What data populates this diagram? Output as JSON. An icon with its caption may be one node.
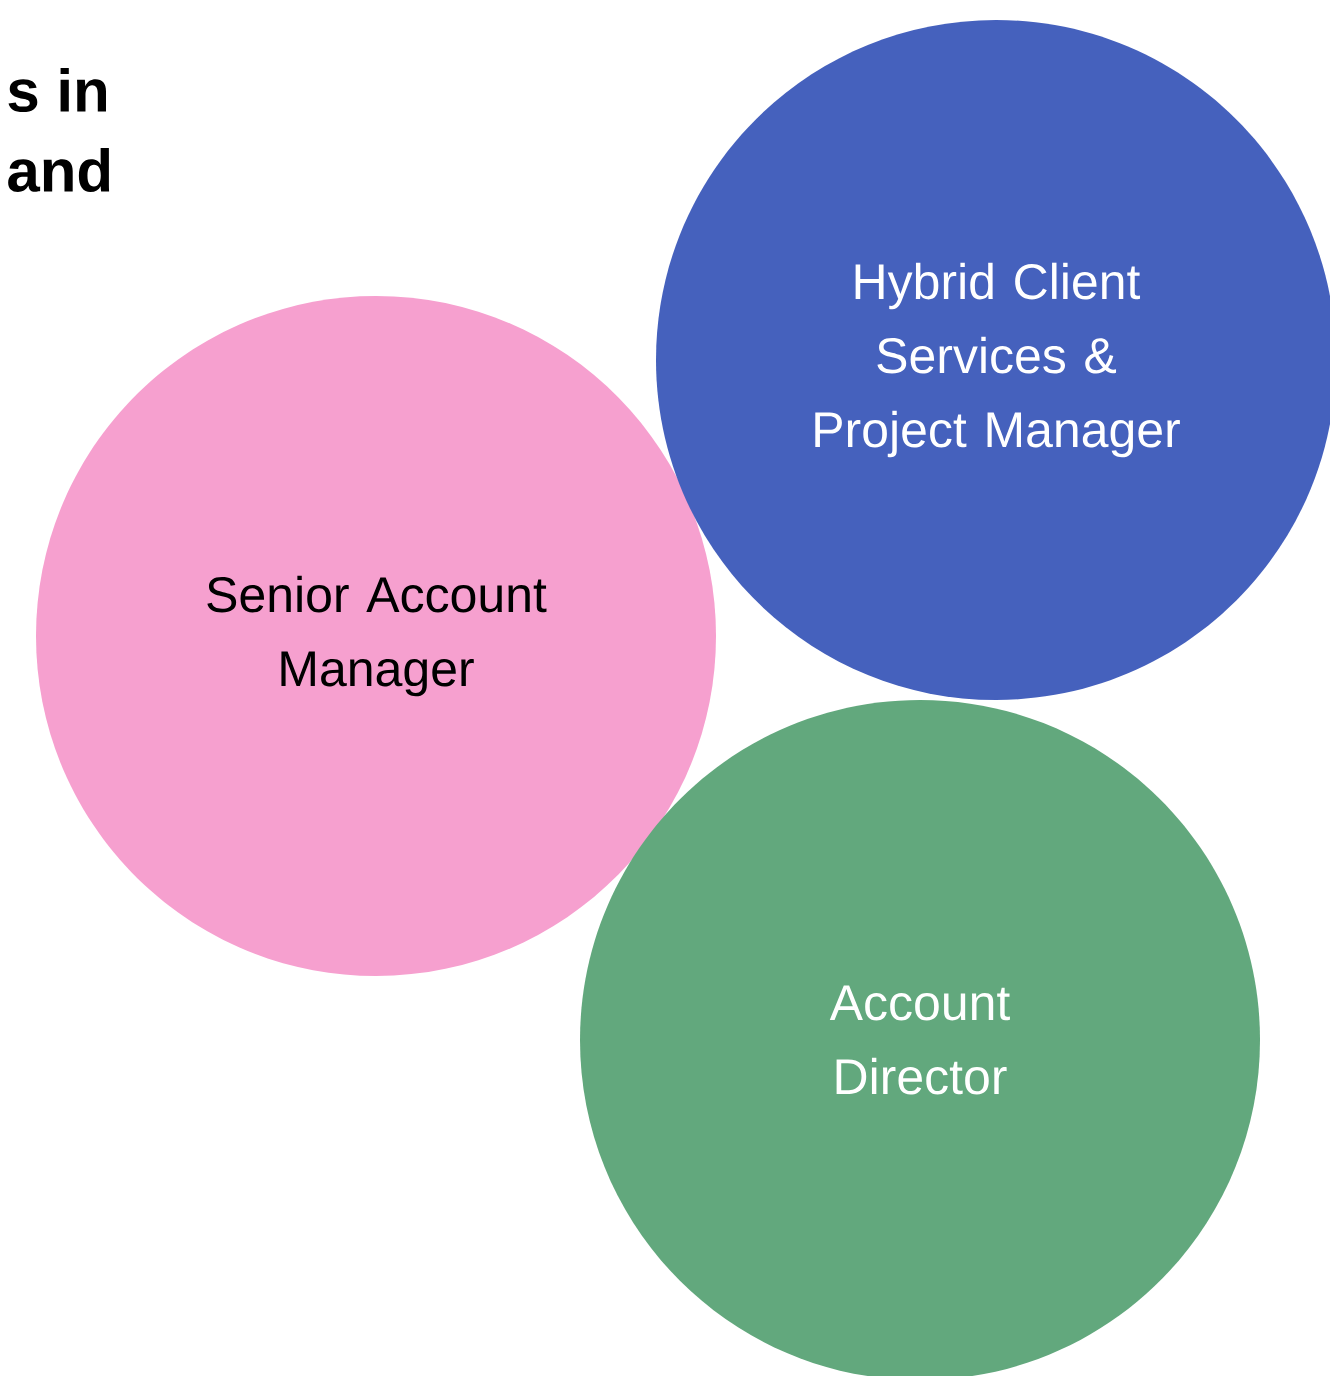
{
  "diagram": {
    "nodes": [
      {
        "text": [
          "Hybrid Client Services & Project Manager"
        ]
      },
      {
        "text": [
          "Senior Account Manager"
        ]
      },
      {
        "text": [
          "Account Director"
        ]
      }
    ],
    "labels": [
      "s in",
      "and"
    ]
  }
}
